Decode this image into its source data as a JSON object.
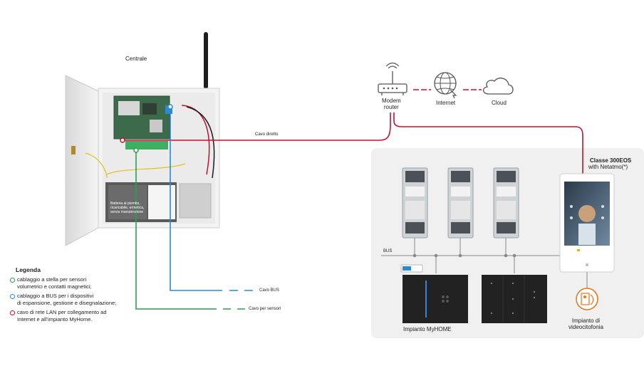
{
  "labels": {
    "centrale": "Centrale",
    "modem_router": [
      "Modem",
      "router"
    ],
    "internet": "Internet",
    "cloud": "Cloud",
    "cavo_diretto": "Cavo diretto",
    "classe_title": "Classe 300EOS",
    "classe_subtitle": "with Netatmo(*)",
    "bus": "BUS",
    "cavo_bus": "Cavo BUS",
    "cavo_sensori": "Cavo per sensori",
    "impianto_myhome": "Impianto MyHOME",
    "impianto_video": [
      "Impianto di",
      "videocitofonia"
    ],
    "battery_text": [
      "Batteria al piombo,",
      "ricaricabile, ermetica,",
      "senza manutenzione"
    ]
  },
  "legend": {
    "title": "Legenda",
    "items": [
      {
        "text": [
          "cablaggio a stella per sensori",
          "volumetrici e  contatti magnetici;"
        ],
        "color": "#2e9e4f"
      },
      {
        "text": [
          "cablaggio a BUS per i dispositivi",
          "di espansione, gestione e disegnalazione;"
        ],
        "color": "#2a8bd1"
      },
      {
        "text": [
          "cavo di rete LAN per collegamento ad",
          "Internet e all’impianto MyHome."
        ],
        "color": "#c8102e"
      }
    ]
  },
  "colors": {
    "green": "#2e9e4f",
    "blue": "#2a8bd1",
    "red": "#c8102e",
    "orange": "#e87722",
    "panel_bg": "#f0f0f0",
    "line_gray": "#888888"
  }
}
